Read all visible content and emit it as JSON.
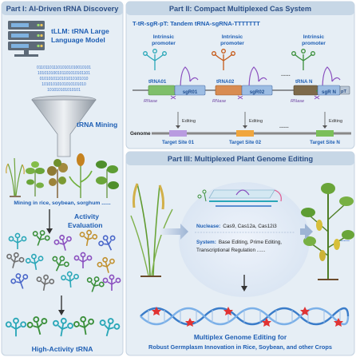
{
  "part1": {
    "title": "Part I: AI-Driven tRNA Discovery",
    "tllm_line1": "tLLM: tRNA Large",
    "tllm_line2": "Language Model",
    "binary": [
      "0110110111010101010010101",
      "101010100101101010101101",
      "0101010110101010101010",
      "10101010101010101010",
      "101010101010101"
    ],
    "mining_label": "tRNA Mining",
    "mining_caption": "Mining in rice, soybean, sorghum ......",
    "evaluation_line1": "Activity",
    "evaluation_line2": "Evaluation",
    "result_label": "High-Activity tRNA"
  },
  "part2": {
    "title": "Part II: Compact Multiplexed Cas System",
    "construct": "T-tR-sgR-pT: Tandem tRNA-sgRNA-TTTTTTT",
    "promoter_label_1": "Intrinsic",
    "promoter_label_2": "promoter",
    "units": [
      {
        "trna": "tRNA01",
        "sgrna": "sgR01",
        "site": "Target Site 01"
      },
      {
        "trna": "tRNA02",
        "sgrna": "sgR02",
        "site": "Target Site 02"
      },
      {
        "trna": "tRNA N",
        "sgrna": "sgR N",
        "site": "Target Site N"
      }
    ],
    "rnase": "RNase",
    "pt": "pT",
    "editing": "Editing",
    "genome": "Genome",
    "ellipsis": "......"
  },
  "part3": {
    "title": "Part III: Multiplexed Plant Genome Editing",
    "nuclease_label": "Nuclease:",
    "nuclease_text": "Cas9, Cas12a, Cas12i3",
    "system_label": "System:",
    "system_text_1": "Base Editing, Prime Editing,",
    "system_text_2": "Transcriptional Regulation ......",
    "output_line1": "Multiplex Genome Editing for",
    "output_line2": "Robust Germplasm Innovation in Rice, Soybean, and other Crops",
    "dots": "......"
  },
  "colors": {
    "panel_bg": "#e6eef5",
    "header_bg": "#c7d7e6",
    "title": "#2c4f86",
    "blue_text": "#1f5fb4",
    "trna_colors": [
      "#2aa7b8",
      "#3a8f3a",
      "#8a4fbf",
      "#c1912f",
      "#4a67c9",
      "#6f6f6f"
    ]
  }
}
